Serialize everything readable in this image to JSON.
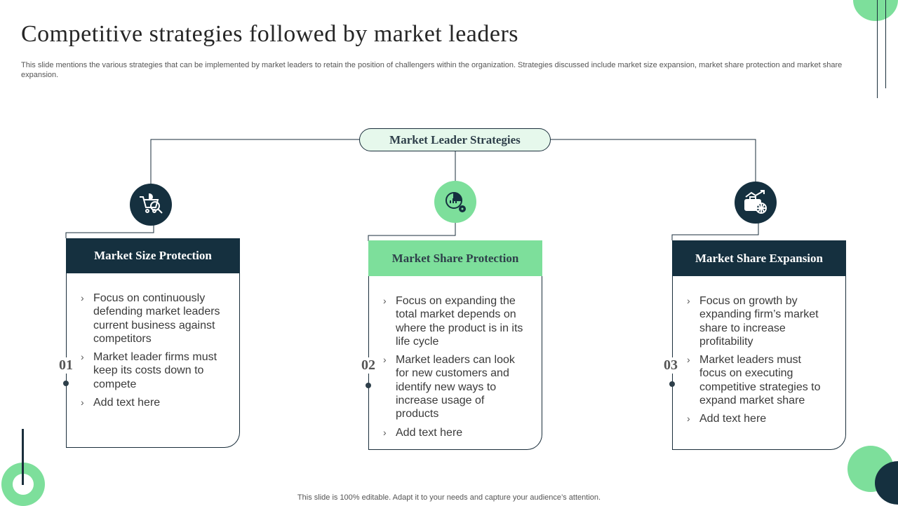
{
  "title": "Competitive strategies followed by market leaders",
  "subtitle": "This slide mentions the various strategies that can be implemented by market leaders to retain the position of challengers within the organization. Strategies discussed include market size expansion, market share protection and market share expansion.",
  "root": {
    "label": "Market Leader Strategies"
  },
  "branches": [
    {
      "number": "01",
      "title": "Market Size Protection",
      "icon": "shopping-cart-search-icon",
      "bullets": [
        "Focus on continuously defending market leaders current business against competitors",
        "Market leader firms must keep its costs down to compete",
        "Add text here"
      ]
    },
    {
      "number": "02",
      "title": "Market Share Protection",
      "icon": "pie-chart-gear-icon",
      "bullets": [
        "Focus on expanding the total market depends on where the product is in its life cycle",
        "Market leaders can look for new customers and identify new ways to increase usage of products",
        "Add text here"
      ]
    },
    {
      "number": "03",
      "title": "Market Share Expansion",
      "icon": "briefcase-globe-growth-icon",
      "bullets": [
        "Focus on growth by expanding firm’s market share to increase profitability",
        "Market leaders must focus on executing competitive strategies to expand market share",
        "Add text here"
      ]
    }
  ],
  "footer": "This slide is 100% editable. Adapt it to your needs and capture your audience’s attention.",
  "colors": {
    "dark": "#15303f",
    "green": "#7ddf9b",
    "light_green": "#e6f8ec"
  }
}
